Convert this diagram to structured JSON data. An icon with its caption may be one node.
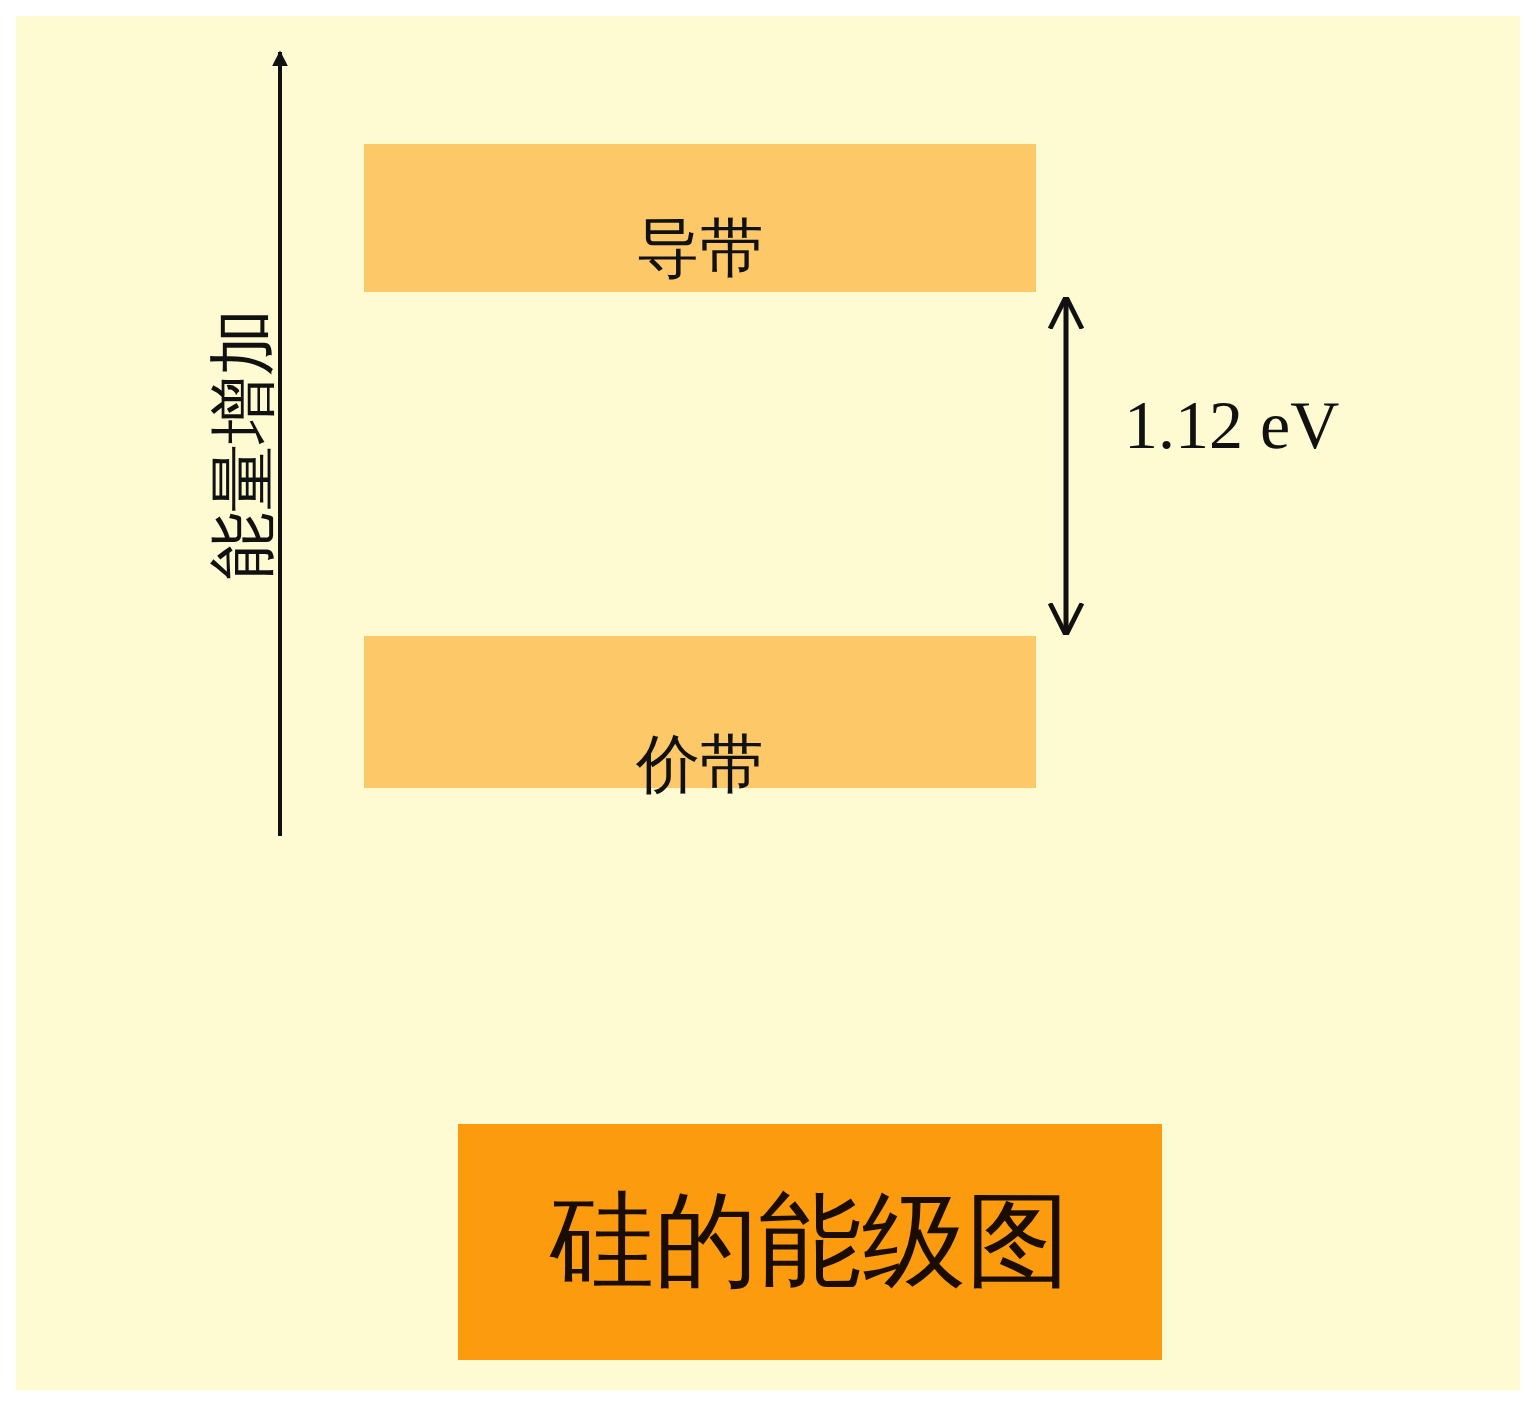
{
  "diagram": {
    "nodes": [
      {
        "text": [
          "导带"
        ]
      },
      {
        "text": [
          "价带"
        ]
      },
      {
        "text": [
          "硅的能级图"
        ]
      }
    ],
    "edges": [
      {
        "from": 0,
        "to": 1,
        "arrow": "both",
        "label": "1.12 eV"
      }
    ],
    "labels": [
      "能量增加"
    ]
  }
}
